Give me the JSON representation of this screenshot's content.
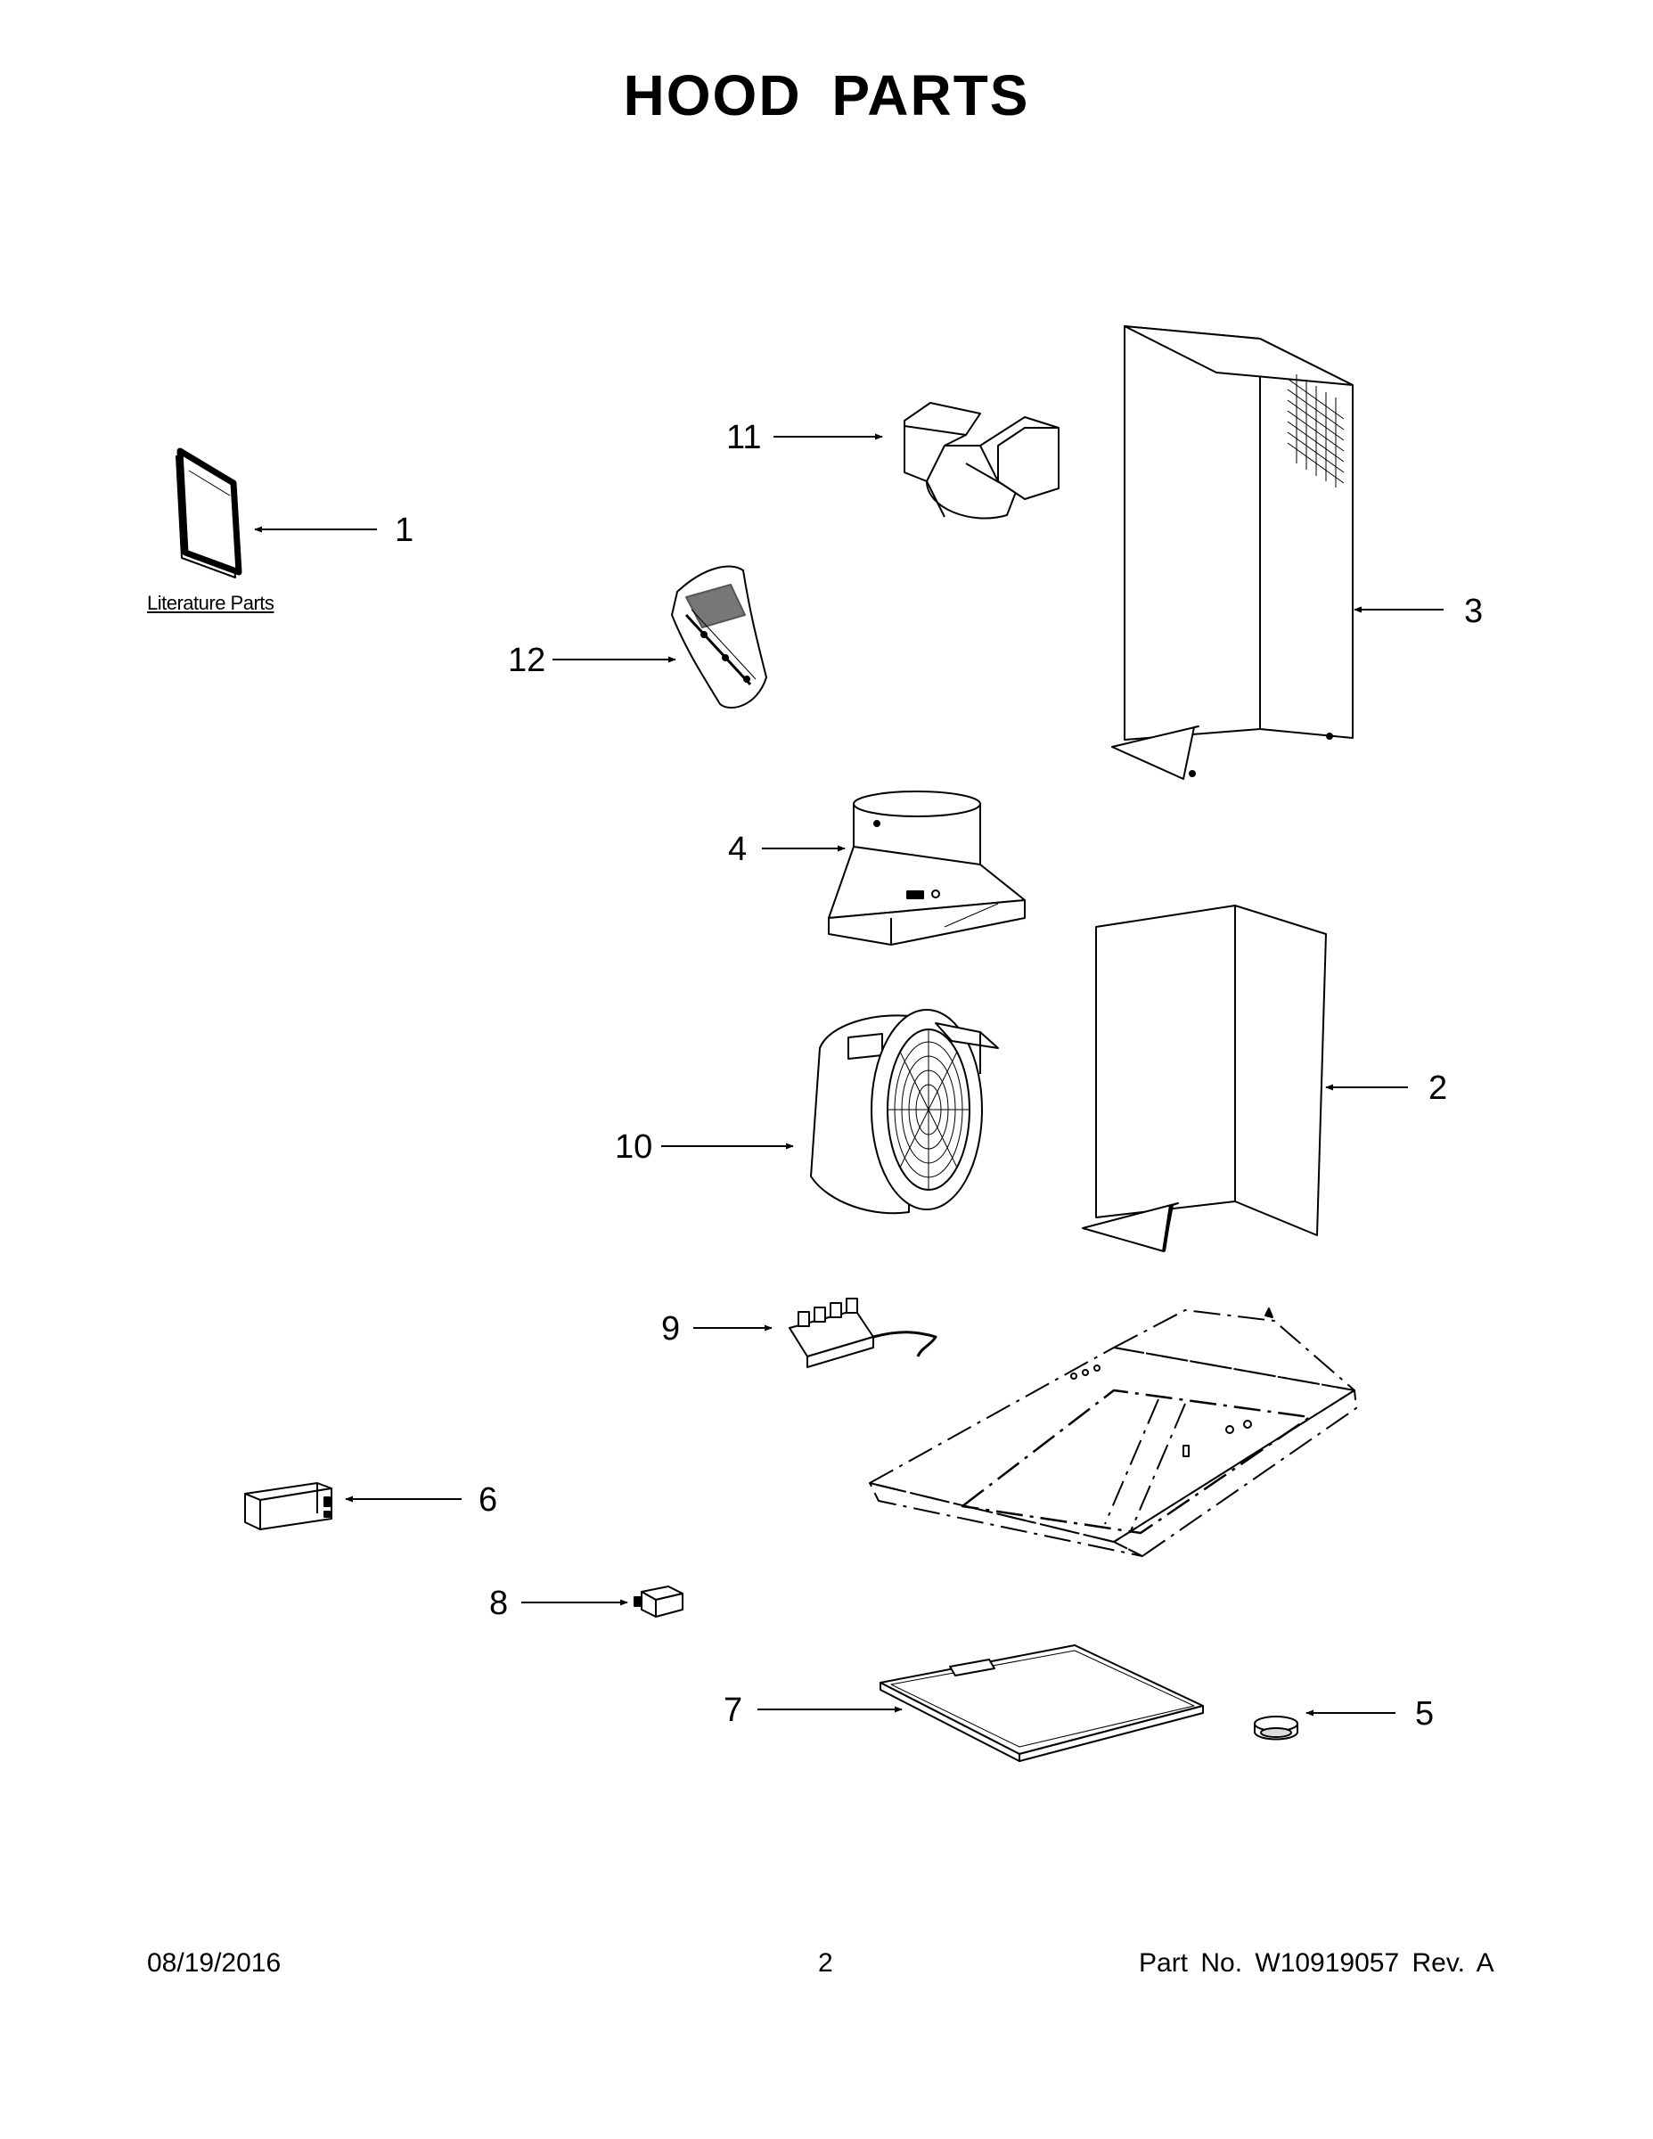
{
  "title": "HOOD PARTS",
  "literature_label": "Literature Parts",
  "callouts": {
    "c1": "1",
    "c2": "2",
    "c3": "3",
    "c4": "4",
    "c5": "5",
    "c6": "6",
    "c7": "7",
    "c8": "8",
    "c9": "9",
    "c10": "10",
    "c11": "11",
    "c12": "12"
  },
  "parts": [
    {
      "number": "1",
      "icon": "literature-booklet-icon"
    },
    {
      "number": "2",
      "icon": "lower-chimney-cover-icon"
    },
    {
      "number": "3",
      "icon": "upper-chimney-cover-icon"
    },
    {
      "number": "4",
      "icon": "blower-housing-icon"
    },
    {
      "number": "5",
      "icon": "light-lens-icon"
    },
    {
      "number": "6",
      "icon": "power-module-icon"
    },
    {
      "number": "7",
      "icon": "grease-filter-icon"
    },
    {
      "number": "8",
      "icon": "switch-block-icon"
    },
    {
      "number": "9",
      "icon": "control-switch-assembly-icon"
    },
    {
      "number": "10",
      "icon": "blower-motor-icon"
    },
    {
      "number": "11",
      "icon": "duct-transition-icon"
    },
    {
      "number": "12",
      "icon": "mounting-hardware-bag-icon"
    }
  ],
  "footer": {
    "date": "08/19/2016",
    "page": "2",
    "part_no": "Part No.  W10919057  Rev.  A"
  }
}
